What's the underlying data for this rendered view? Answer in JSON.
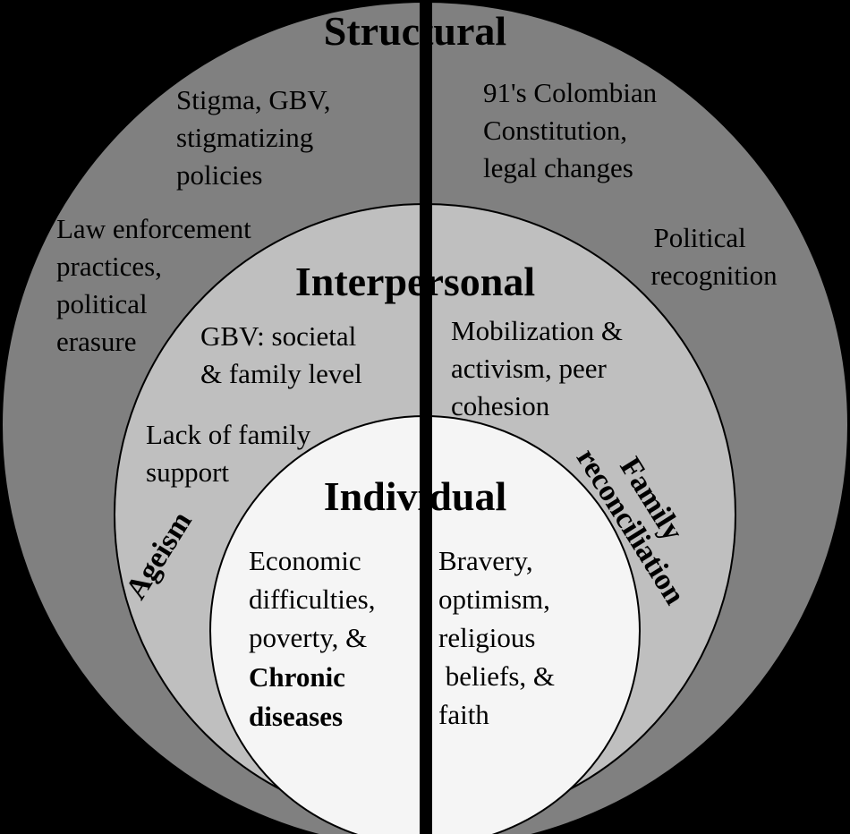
{
  "colors": {
    "background": "#000000",
    "structural_fill": "#808080",
    "interpersonal_fill": "#bfbfbf",
    "individual_fill": "#f5f5f5",
    "divider": "#000000"
  },
  "structural": {
    "title": "Structural",
    "left": {
      "stigma": [
        "Stigma, GBV,",
        "stigmatizing",
        "policies"
      ],
      "law": [
        "Law enforcement",
        "practices,",
        "political",
        "erasure"
      ]
    },
    "right": {
      "constitution": [
        "91's Colombian",
        "Constitution,",
        "legal changes"
      ],
      "recognition": [
        "Political",
        "recognition"
      ]
    }
  },
  "interpersonal": {
    "title": "Interpersonal",
    "left": {
      "gbv": [
        "GBV: societal",
        "& family level"
      ],
      "support": [
        "Lack of family",
        "support"
      ],
      "side_label": "Ageism"
    },
    "right": {
      "mobilization": [
        "Mobilization &",
        "activism, peer",
        "cohesion"
      ],
      "side_label": [
        "Family",
        "reconciliation"
      ]
    }
  },
  "individual": {
    "title": "Individual",
    "left": [
      "Economic",
      "difficulties,",
      "poverty, &",
      "Chronic",
      "diseases"
    ],
    "right": [
      "Bravery,",
      "optimism,",
      "religious",
      " beliefs, &",
      "faith"
    ]
  }
}
